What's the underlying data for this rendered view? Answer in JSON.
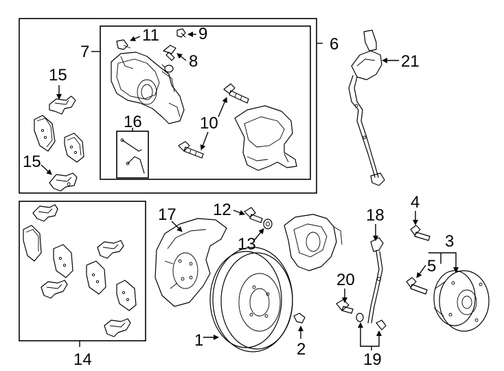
{
  "callouts": {
    "n1": "1",
    "n2": "2",
    "n3": "3",
    "n4": "4",
    "n5": "5",
    "n6": "6",
    "n7": "7",
    "n8": "8",
    "n9": "9",
    "n10": "10",
    "n11": "11",
    "n12": "12",
    "n13": "13",
    "n14": "14",
    "n15a": "15",
    "n15b": "15",
    "n16": "16",
    "n17": "17",
    "n18": "18",
    "n19": "19",
    "n20": "20",
    "n21": "21"
  },
  "colors": {
    "line": "#000000",
    "background": "#ffffff"
  }
}
